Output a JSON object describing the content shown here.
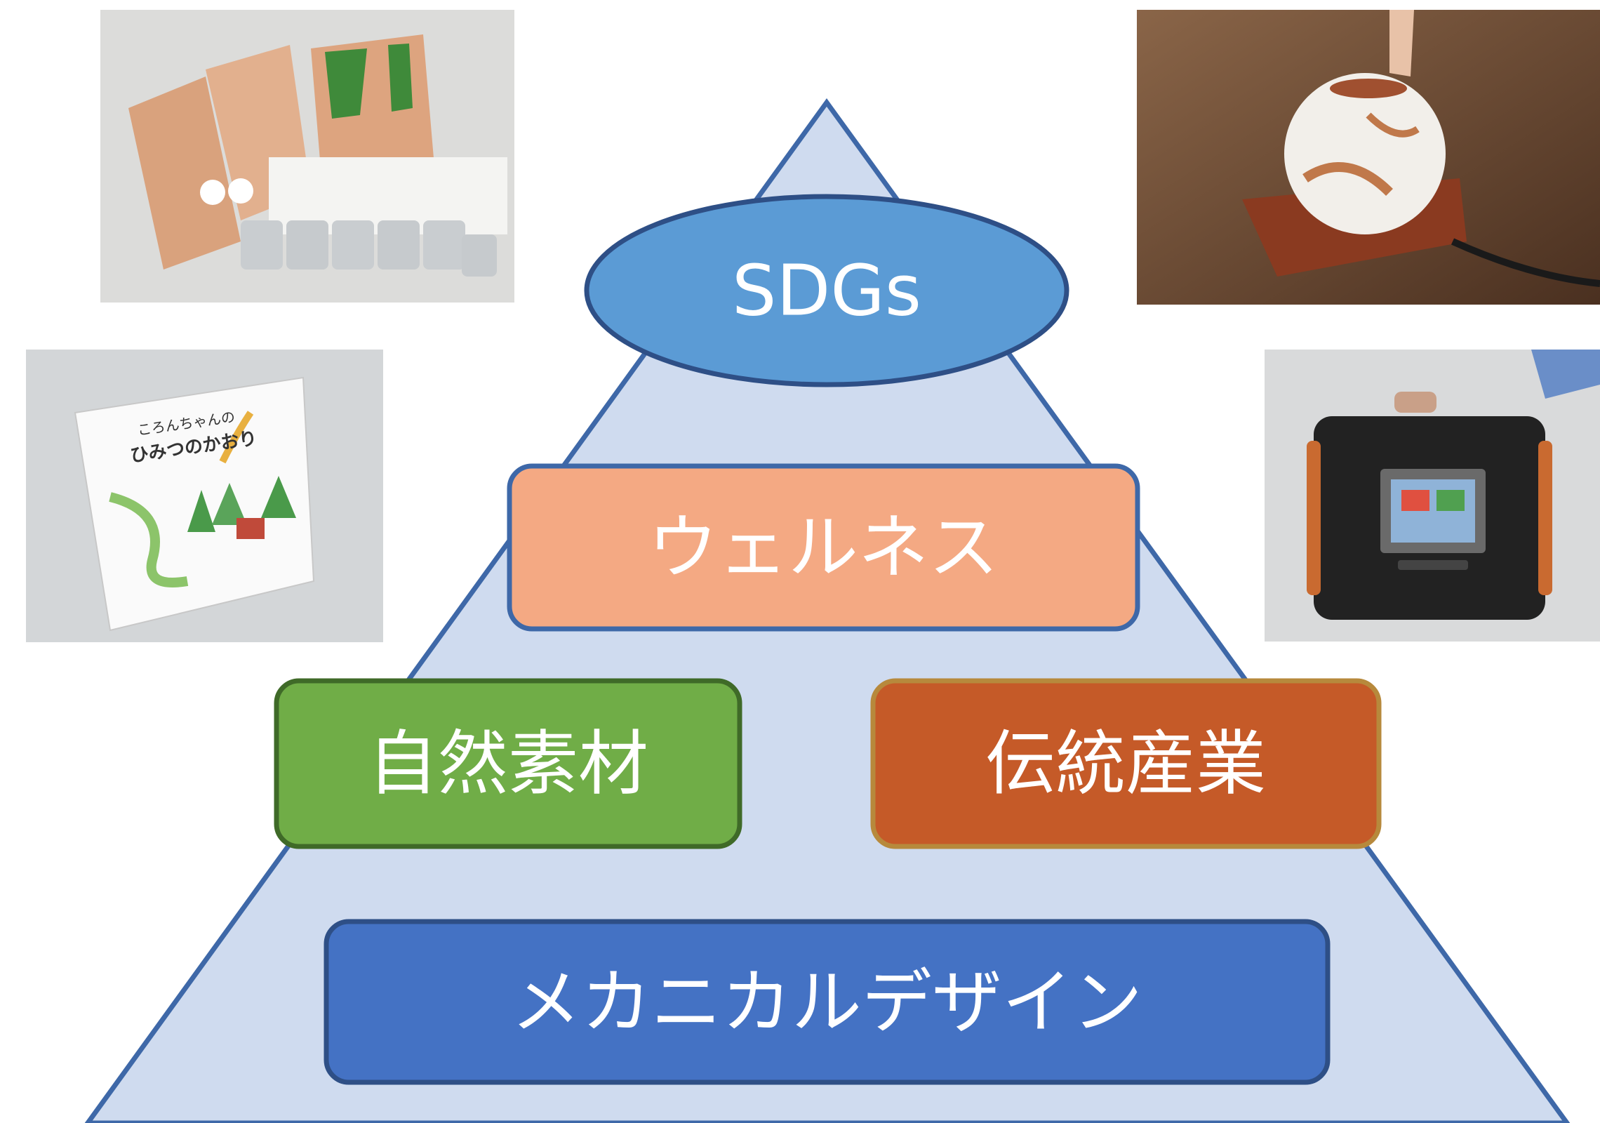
{
  "diagram": {
    "type": "pyramid",
    "apex": {
      "label": "SDGs",
      "color": "#5B9BD5"
    },
    "tiers": [
      {
        "label": "ウェルネス",
        "color": "#F4A983"
      },
      {
        "label": "自然素材",
        "color": "#70AD47"
      },
      {
        "label": "伝統産業",
        "color": "#C55A28"
      },
      {
        "label": "メカニカルデザイン",
        "color": "#4472C4"
      }
    ],
    "pyramid_fill": "#CFDBEF",
    "pyramid_stroke": "#3E68A8"
  },
  "photos": {
    "top_left": {
      "subject": "aroma-kit-package"
    },
    "mid_left": {
      "subject": "picture-book",
      "cover_title_line1": "ころんちゃんの",
      "cover_title_line2": "ひみつのかおり"
    },
    "top_right": {
      "subject": "porcelain-diffuser"
    },
    "mid_right": {
      "subject": "portable-device-case"
    }
  }
}
